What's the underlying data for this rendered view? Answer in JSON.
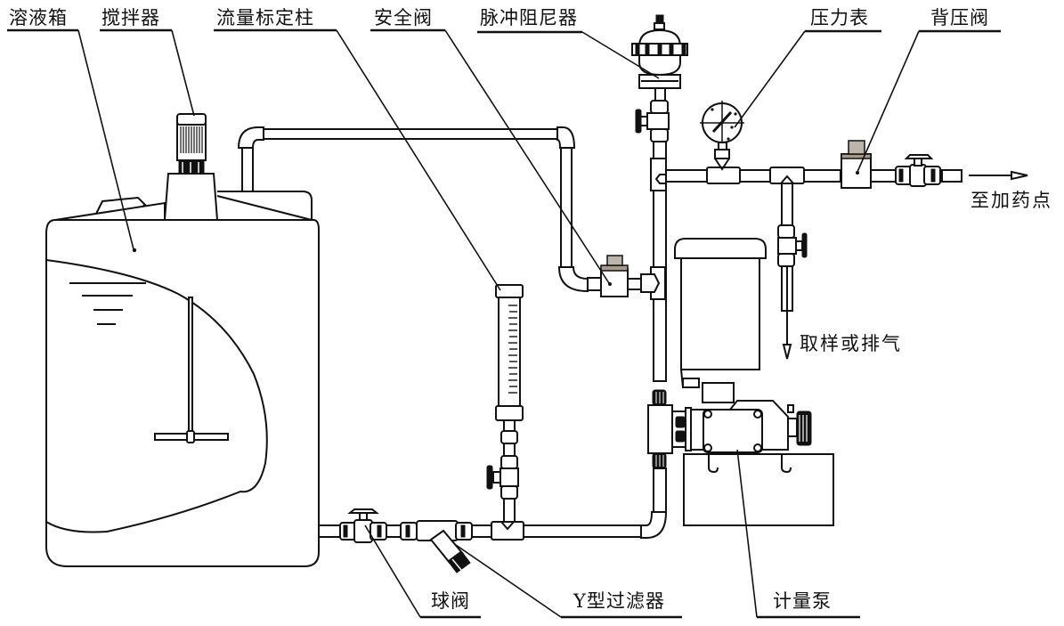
{
  "diagram": {
    "title": "Metering pump dosing system",
    "labels": {
      "solution_tank": "溶液箱",
      "agitator": "搅拌器",
      "calibration_column": "流量标定柱",
      "safety_valve": "安全阀",
      "pulsation_damper": "脉冲阻尼器",
      "pressure_gauge": "压力表",
      "back_pressure_valve": "背压阀",
      "to_dosing_point": "至加药点",
      "sampling_or_venting": "取样或排气",
      "ball_valve": "球阀",
      "y_strainer": "Y型过滤器",
      "metering_pump": "计量泵"
    },
    "flow_arrows": [
      {
        "id": "outlet",
        "direction": "right",
        "target": "to_dosing_point"
      },
      {
        "id": "drain",
        "direction": "down",
        "target": "sampling_or_venting"
      }
    ],
    "colors": {
      "line": "#111111",
      "background": "#ffffff",
      "valve_cap": "#a89a88"
    }
  }
}
